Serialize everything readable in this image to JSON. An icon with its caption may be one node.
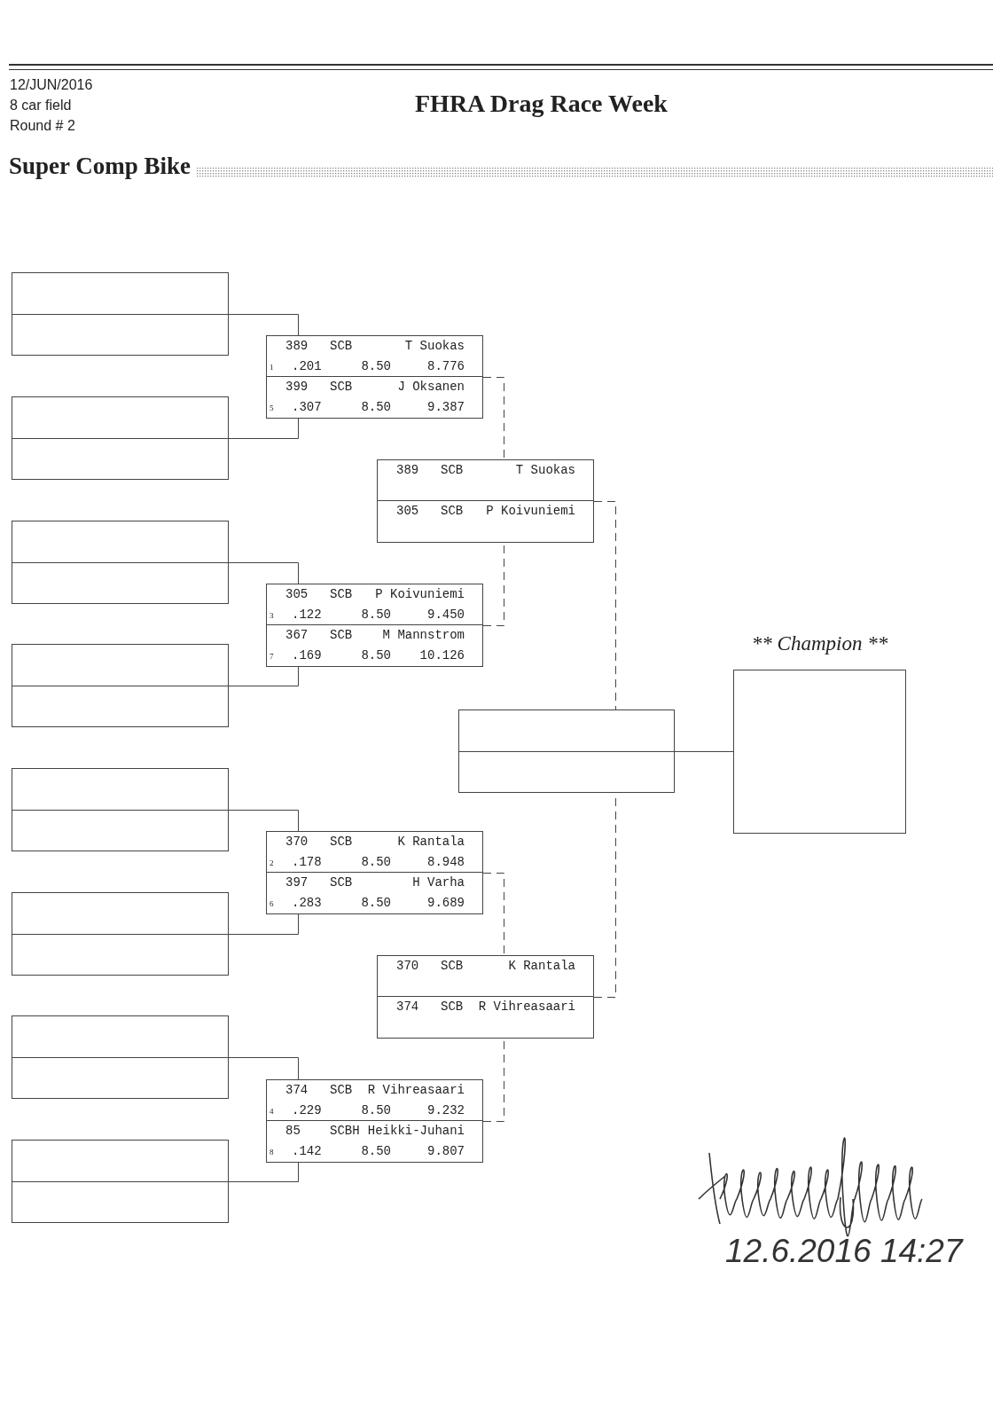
{
  "diagram": {
    "title": "FHRA Drag Race Week",
    "nodes": [
      {
        "text": [],
        "shape": "box"
      },
      {
        "text": [],
        "shape": "box"
      },
      {
        "text": [],
        "shape": "box"
      },
      {
        "text": [],
        "shape": "box"
      },
      {
        "text": [],
        "shape": "box"
      },
      {
        "text": [],
        "shape": "box"
      },
      {
        "text": [],
        "shape": "box"
      },
      {
        "text": [],
        "shape": "box"
      },
      {
        "text": [],
        "shape": "box"
      },
      {
        "text": [
          "389",
          "SCB",
          "T Suokas",
          "1",
          ".201",
          "8.50",
          "8.776"
        ],
        "in": 8
      },
      {
        "text": [
          "399",
          "SCB",
          "J Oksanen",
          "5",
          ".307",
          "8.50",
          "9.387"
        ],
        "in": 8
      },
      {
        "text": [],
        "shape": "box"
      },
      {
        "text": [
          "305",
          "SCB",
          "P Koivuniemi",
          "3",
          ".122",
          "8.50",
          "9.450"
        ],
        "in": 11
      },
      {
        "text": [
          "367",
          "SCB",
          "M Mannstrom",
          "7",
          ".169",
          "8.50",
          "10.126"
        ],
        "in": 11
      },
      {
        "text": [],
        "shape": "box"
      },
      {
        "text": [
          "370",
          "SCB",
          "K Rantala",
          "2",
          ".178",
          "8.50",
          "8.948"
        ],
        "in": 14
      },
      {
        "text": [
          "397",
          "SCB",
          "H Varha",
          "6",
          ".283",
          "8.50",
          "9.689"
        ],
        "in": 14
      },
      {
        "text": [],
        "shape": "box"
      },
      {
        "text": [
          "374",
          "SCB",
          "R Vihreasaari",
          "4",
          ".229",
          "8.50",
          "9.232"
        ],
        "in": 17
      },
      {
        "text": [
          "85",
          "SCBH",
          "Heikki-Juhani",
          "8",
          ".142",
          "8.50",
          "9.807"
        ],
        "in": 17
      },
      {
        "text": [],
        "shape": "box"
      },
      {
        "text": [
          "389",
          "SCB",
          "T Suokas"
        ],
        "in": 20
      },
      {
        "text": [
          "305",
          "SCB",
          "P Koivuniemi"
        ],
        "in": 20
      },
      {
        "text": [],
        "shape": "box"
      },
      {
        "text": [
          "370",
          "SCB",
          "K Rantala"
        ],
        "in": 23
      },
      {
        "text": [
          "374",
          "SCB",
          "R Vihreasaari"
        ],
        "in": 23
      },
      {
        "text": [],
        "shape": "box"
      },
      {
        "text": [
          "** Champion **"
        ]
      }
    ],
    "edges": [
      {
        "from": 0,
        "to": 8,
        "arrow": "none"
      },
      {
        "from": 1,
        "to": 8,
        "arrow": "none"
      },
      {
        "from": 2,
        "to": 11,
        "arrow": "none"
      },
      {
        "from": 3,
        "to": 11,
        "arrow": "none"
      },
      {
        "from": 4,
        "to": 14,
        "arrow": "none"
      },
      {
        "from": 5,
        "to": 14,
        "arrow": "none"
      },
      {
        "from": 6,
        "to": 17,
        "arrow": "none"
      },
      {
        "from": 7,
        "to": 17,
        "arrow": "none"
      },
      {
        "from": 8,
        "to": 20,
        "arrow": "none",
        "style": "dashed"
      },
      {
        "from": 11,
        "to": 20,
        "arrow": "none",
        "style": "dashed"
      },
      {
        "from": 14,
        "to": 23,
        "arrow": "none",
        "style": "dashed"
      },
      {
        "from": 17,
        "to": 23,
        "arrow": "none",
        "style": "dashed"
      },
      {
        "from": 20,
        "to": 26,
        "arrow": "none",
        "style": "dashed"
      },
      {
        "from": 23,
        "to": 26,
        "arrow": "none",
        "style": "dashed"
      },
      {
        "from": 26,
        "to": 27,
        "arrow": "none"
      }
    ],
    "labels": [
      "12/JUN/2016",
      "8 car field",
      "Round # 2",
      "Super Comp Bike",
      "12.6.2016 14:27"
    ]
  }
}
